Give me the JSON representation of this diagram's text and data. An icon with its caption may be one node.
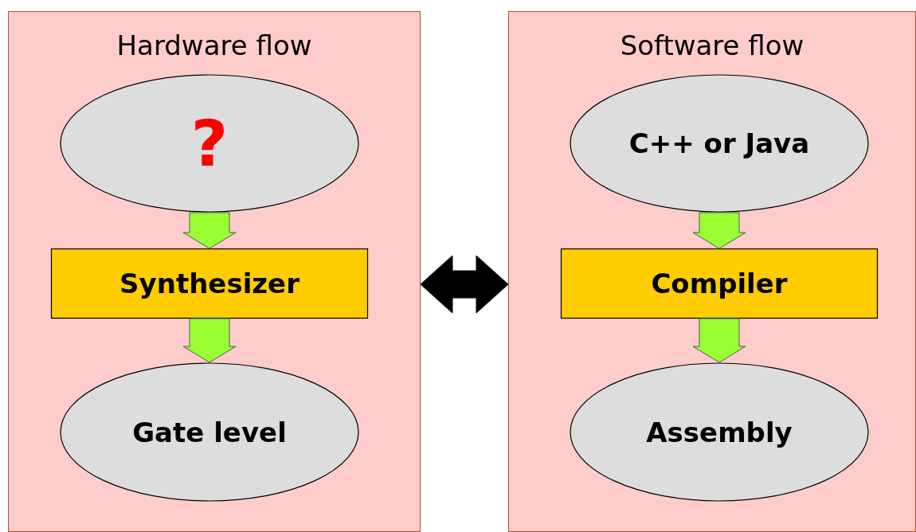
{
  "diagram": {
    "nodes": [
      {
        "text": [
          "Hardware flow"
        ]
      },
      {
        "text": [
          "?"
        ],
        "in": 0
      },
      {
        "text": [
          "Synthesizer"
        ],
        "in": 0
      },
      {
        "text": [
          "Gate level"
        ],
        "in": 0
      },
      {
        "text": [
          "Software flow"
        ]
      },
      {
        "text": [
          "C++ or Java"
        ],
        "in": 4
      },
      {
        "text": [
          "Compiler"
        ],
        "in": 4
      },
      {
        "text": [
          "Assembly"
        ],
        "in": 4
      }
    ],
    "edges": [
      {
        "from": 1,
        "to": 2,
        "arrow": "to"
      },
      {
        "from": 2,
        "to": 3,
        "arrow": "to"
      },
      {
        "from": 5,
        "to": 6,
        "arrow": "to"
      },
      {
        "from": 6,
        "to": 7,
        "arrow": "to"
      },
      {
        "from": 0,
        "to": 4,
        "arrow": "both",
        "color": "#000000"
      }
    ]
  }
}
